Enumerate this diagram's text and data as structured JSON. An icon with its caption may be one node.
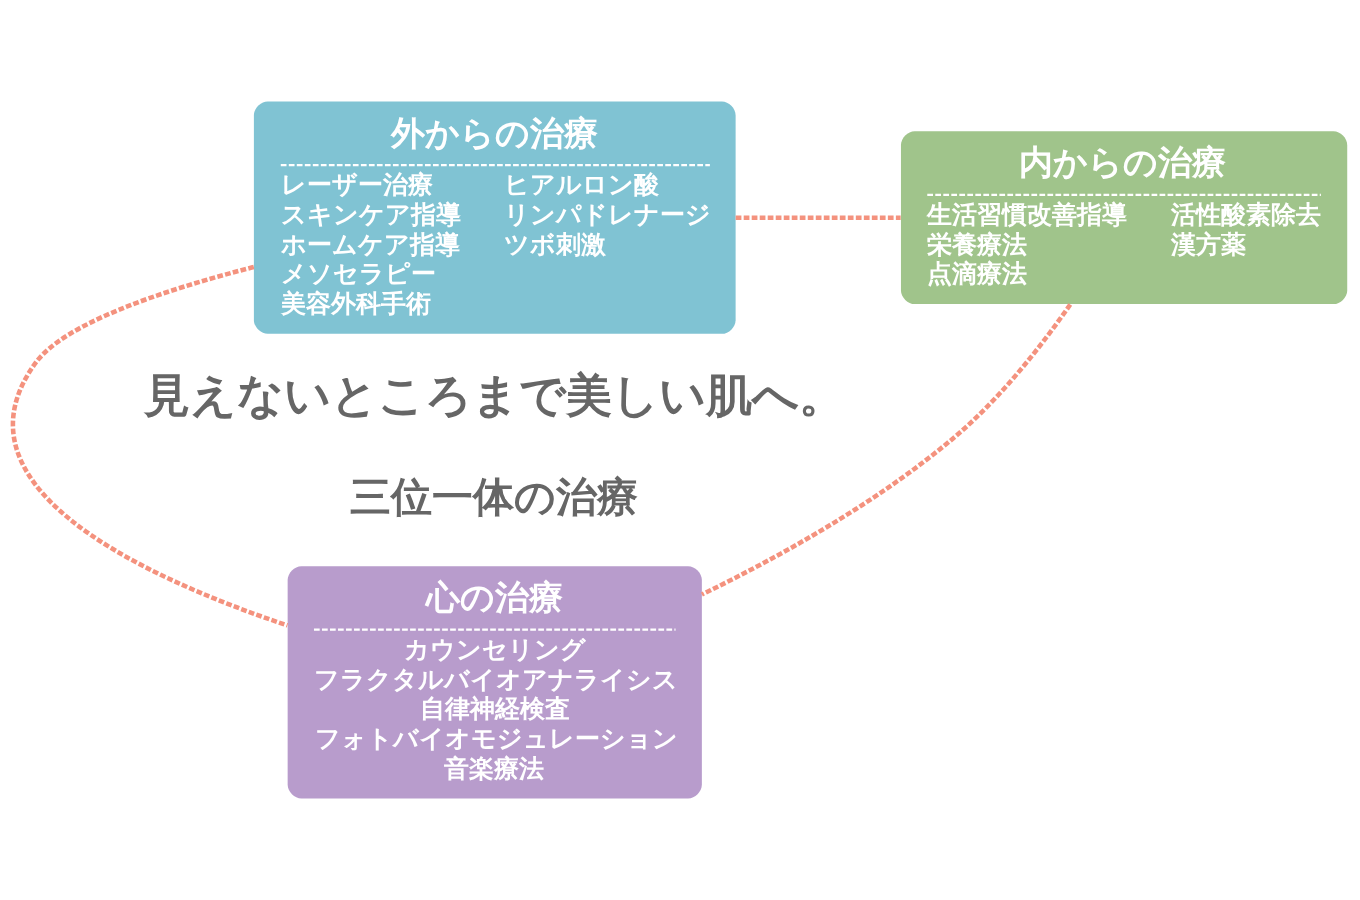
{
  "diagram": {
    "nodes": [
      {
        "text": [
          "外からの治療",
          "レーザー治療",
          "スキンケア指導",
          "ホームケア指導",
          "メソセラピー",
          "美容外科手術",
          "ヒアルロン酸",
          "リンパドレナージ",
          "ツボ刺激"
        ]
      },
      {
        "text": [
          "内からの治療",
          "生活習慣改善指導",
          "栄養療法",
          "点滴療法",
          "活性酸素除去",
          "漢方薬"
        ]
      },
      {
        "text": [
          "心の治療",
          "カウンセリング",
          "フラクタルバイオアナライシス",
          "自律神経検査",
          "フォトバイオモジュレーション",
          "音楽療法"
        ]
      }
    ],
    "edges": [
      {
        "from": 0,
        "to": 1,
        "arrow": "none",
        "style": "dashed"
      },
      {
        "from": 0,
        "to": 2,
        "arrow": "none",
        "style": "dashed"
      },
      {
        "from": 1,
        "to": 2,
        "arrow": "none",
        "style": "dashed"
      }
    ],
    "labels": [
      "見えないところまで美しい肌へ。",
      "三位一体の治療"
    ]
  }
}
